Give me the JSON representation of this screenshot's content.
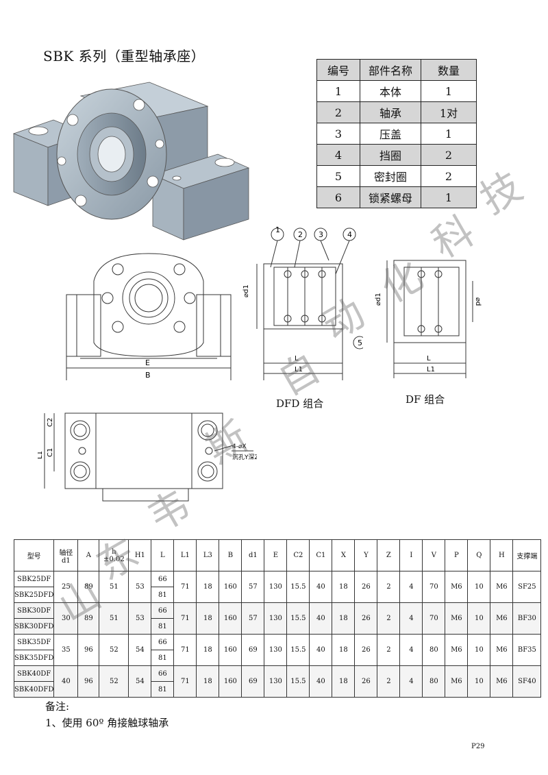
{
  "title": "SBK 系列（重型轴承座）",
  "parts_table": {
    "headers": [
      "编号",
      "部件名称",
      "数量"
    ],
    "rows": [
      [
        "1",
        "本体",
        "1"
      ],
      [
        "2",
        "轴承",
        "1对"
      ],
      [
        "3",
        "压盖",
        "1"
      ],
      [
        "4",
        "挡圈",
        "2"
      ],
      [
        "5",
        "密封圈",
        "2"
      ],
      [
        "6",
        "锁紧螺母",
        "1"
      ]
    ]
  },
  "drawing_labels": {
    "e": "E",
    "b": "B",
    "l": "L",
    "l1": "L1",
    "c1": "C1",
    "c2": "C2",
    "phi_d1": "⌀d1",
    "phi_d": "⌀d",
    "hole_spec_1": "4-⌀X",
    "hole_spec_2": "沉孔Y深Z",
    "callouts": [
      "1",
      "2",
      "3",
      "4",
      "5"
    ],
    "dfd_caption": "DFD 组合",
    "df_caption": "DF 组合"
  },
  "spec_table": {
    "headers": [
      "型号",
      "轴径 d1",
      "A",
      "h",
      "±0.02",
      "H1",
      "L",
      "L1",
      "L3",
      "B",
      "d1",
      "E",
      "C2",
      "C1",
      "X",
      "Y",
      "Z",
      "I",
      "V",
      "P",
      "Q",
      "H",
      "支撑端"
    ],
    "groups": [
      {
        "models": [
          "SBK25DF",
          "SBK25DFD"
        ],
        "d1_shaft": "25",
        "A": "89",
        "h": "51",
        "H1": "53",
        "L": [
          "66",
          "81"
        ],
        "L1": "71",
        "L3": "18",
        "B": "160",
        "d1": "57",
        "E": "130",
        "C2": "15.5",
        "C1": "40",
        "X": "18",
        "Y": "26",
        "Z": "2",
        "I": "4",
        "V": "70",
        "P": "M6",
        "Q": "10",
        "H": "M6",
        "support": "SF25"
      },
      {
        "models": [
          "SBK30DF",
          "SBK30DFD"
        ],
        "d1_shaft": "30",
        "A": "89",
        "h": "51",
        "H1": "53",
        "L": [
          "66",
          "81"
        ],
        "L1": "71",
        "L3": "18",
        "B": "160",
        "d1": "57",
        "E": "130",
        "C2": "15.5",
        "C1": "40",
        "X": "18",
        "Y": "26",
        "Z": "2",
        "I": "4",
        "V": "70",
        "P": "M6",
        "Q": "10",
        "H": "M6",
        "support": "BF30"
      },
      {
        "models": [
          "SBK35DF",
          "SBK35DFD"
        ],
        "d1_shaft": "35",
        "A": "96",
        "h": "52",
        "H1": "54",
        "L": [
          "66",
          "81"
        ],
        "L1": "71",
        "L3": "18",
        "B": "160",
        "d1": "69",
        "E": "130",
        "C2": "15.5",
        "C1": "40",
        "X": "18",
        "Y": "26",
        "Z": "2",
        "I": "4",
        "V": "80",
        "P": "M6",
        "Q": "10",
        "H": "M6",
        "support": "BF35"
      },
      {
        "models": [
          "SBK40DF",
          "SBK40DFD"
        ],
        "d1_shaft": "40",
        "A": "96",
        "h": "52",
        "H1": "54",
        "L": [
          "66",
          "81"
        ],
        "L1": "71",
        "L3": "18",
        "B": "160",
        "d1": "69",
        "E": "130",
        "C2": "15.5",
        "C1": "40",
        "X": "18",
        "Y": "26",
        "Z": "2",
        "I": "4",
        "V": "80",
        "P": "M6",
        "Q": "10",
        "H": "M6",
        "support": "SF40"
      }
    ]
  },
  "notes": {
    "title": "备注:",
    "item1": "1、使用 60º  角接触球轴承"
  },
  "page_number": "P29",
  "watermark": [
    "山",
    "东",
    "韦",
    "斯",
    "自",
    "动",
    "化",
    "科",
    "技"
  ]
}
